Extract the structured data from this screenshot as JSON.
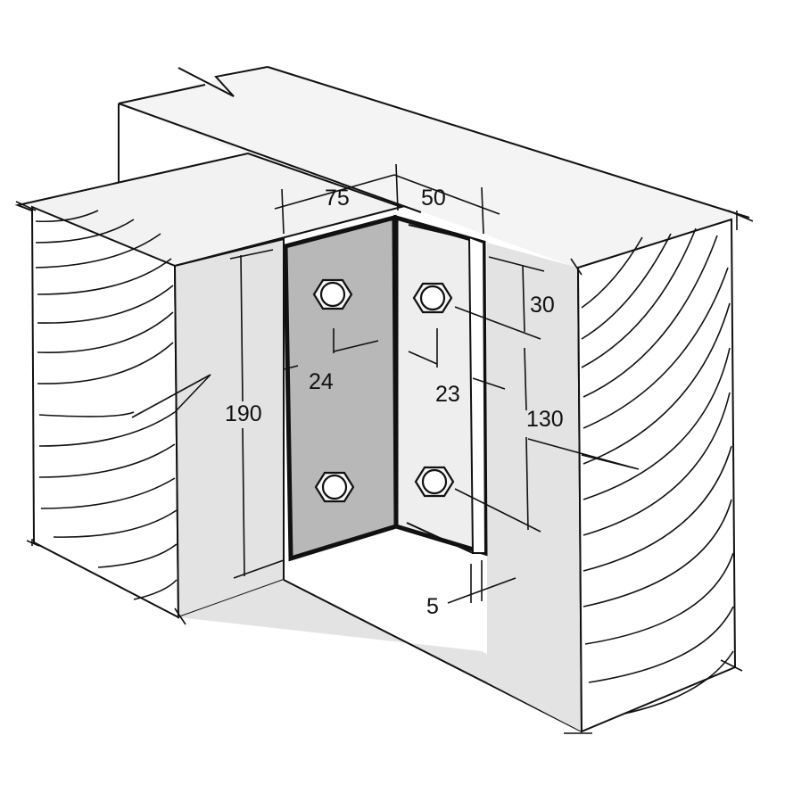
{
  "colors": {
    "background": "#ffffff",
    "wood_face": "#e6e6e6",
    "timber_top": "#f2f2f2",
    "plate_shaded": "#b8b8b8",
    "plate_light": "#eeeeee",
    "ink": "#111111"
  },
  "dimensions": {
    "width_left_leg": "75",
    "width_right_leg": "50",
    "edge_distance_top": "30",
    "bolt_edge_left": "24",
    "bolt_edge_right": "23",
    "height_left_leg": "190",
    "bolt_spacing_right": "130",
    "thickness": "5"
  },
  "icons": [
    "hex-bolt-icon",
    "hex-bolt-icon",
    "hex-bolt-icon",
    "hex-bolt-icon"
  ]
}
